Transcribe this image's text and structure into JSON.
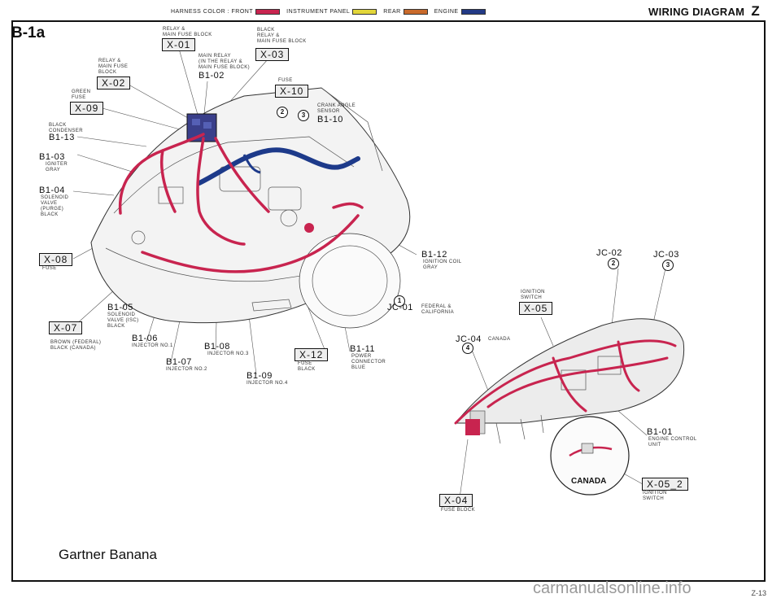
{
  "header": {
    "harness_label": "HARNESS COLOR : FRONT",
    "instrument_label": "INSTRUMENT PANEL",
    "rear_label": "REAR",
    "engine_label": "ENGINE",
    "title": "WIRING DIAGRAM",
    "section_letter": "Z",
    "colors": {
      "front": "#c8244f",
      "instrument": "#e2d63a",
      "rear": "#c96a2b",
      "engine": "#233a86"
    }
  },
  "diagram_code": "B-1a",
  "caption": "Gartner Banana",
  "watermark": "carmanualsonline.info",
  "page_number": "Z-13",
  "canada_label": "CANADA",
  "connectors": [
    {
      "id": "X-01",
      "desc": "RELAY &\nMAIN FUSE BLOCK"
    },
    {
      "id": "X-03",
      "desc": "BLACK\nRELAY &\nMAIN FUSE BLOCK"
    },
    {
      "id": "X-02",
      "desc": "RELAY &\nMAIN FUSE\nBLOCK"
    },
    {
      "id": "B1-02",
      "desc": "MAIN RELAY\n(IN THE RELAY &\nMAIN FUSE BLOCK)"
    },
    {
      "id": "X-10",
      "desc": "FUSE"
    },
    {
      "id": "X-09",
      "desc": "GREEN\nFUSE"
    },
    {
      "id": "B1-10",
      "desc": "CRANK ANGLE\nSENSOR"
    },
    {
      "id": "B1-13",
      "desc": "BLACK\nCONDENSER"
    },
    {
      "id": "B1-03",
      "desc": "IGNITER\nGRAY"
    },
    {
      "id": "B1-04",
      "desc": "SOLENOID\nVALVE\n(PURGE)\nBLACK"
    },
    {
      "id": "X-08",
      "desc": "FUSE"
    },
    {
      "id": "B1-12",
      "desc": "IGNITION COIL\nGRAY"
    },
    {
      "id": "JC-02",
      "desc": ""
    },
    {
      "id": "JC-03",
      "desc": ""
    },
    {
      "id": "X-05",
      "desc": "IGNITION\nSWITCH"
    },
    {
      "id": "JC-01",
      "desc": "FEDERAL &\nCALIFORNIA"
    },
    {
      "id": "B1-05",
      "desc": "SOLENOID\nVALVE (ISC)\nBLACK"
    },
    {
      "id": "X-07",
      "desc": "BROWN (FEDERAL)\nBLACK (CANADA)"
    },
    {
      "id": "B1-06",
      "desc": "INJECTOR NO.1"
    },
    {
      "id": "B1-08",
      "desc": "INJECTOR NO.3"
    },
    {
      "id": "X-12",
      "desc": "FUSE\nBLACK"
    },
    {
      "id": "B1-11",
      "desc": "POWER\nCONNECTOR\nBLUE"
    },
    {
      "id": "JC-04",
      "desc": "CANADA"
    },
    {
      "id": "B1-07",
      "desc": "INJECTOR NO.2"
    },
    {
      "id": "B1-09",
      "desc": "INJECTOR NO.4"
    },
    {
      "id": "B1-01",
      "desc": "ENGINE CONTROL\nUNIT"
    },
    {
      "id": "X-05_2",
      "desc": "IGNITION\nSWITCH"
    },
    {
      "id": "X-04",
      "desc": "FUSE BLOCK"
    }
  ],
  "circles": [
    "1",
    "2",
    "3",
    "4",
    "2",
    "3"
  ]
}
